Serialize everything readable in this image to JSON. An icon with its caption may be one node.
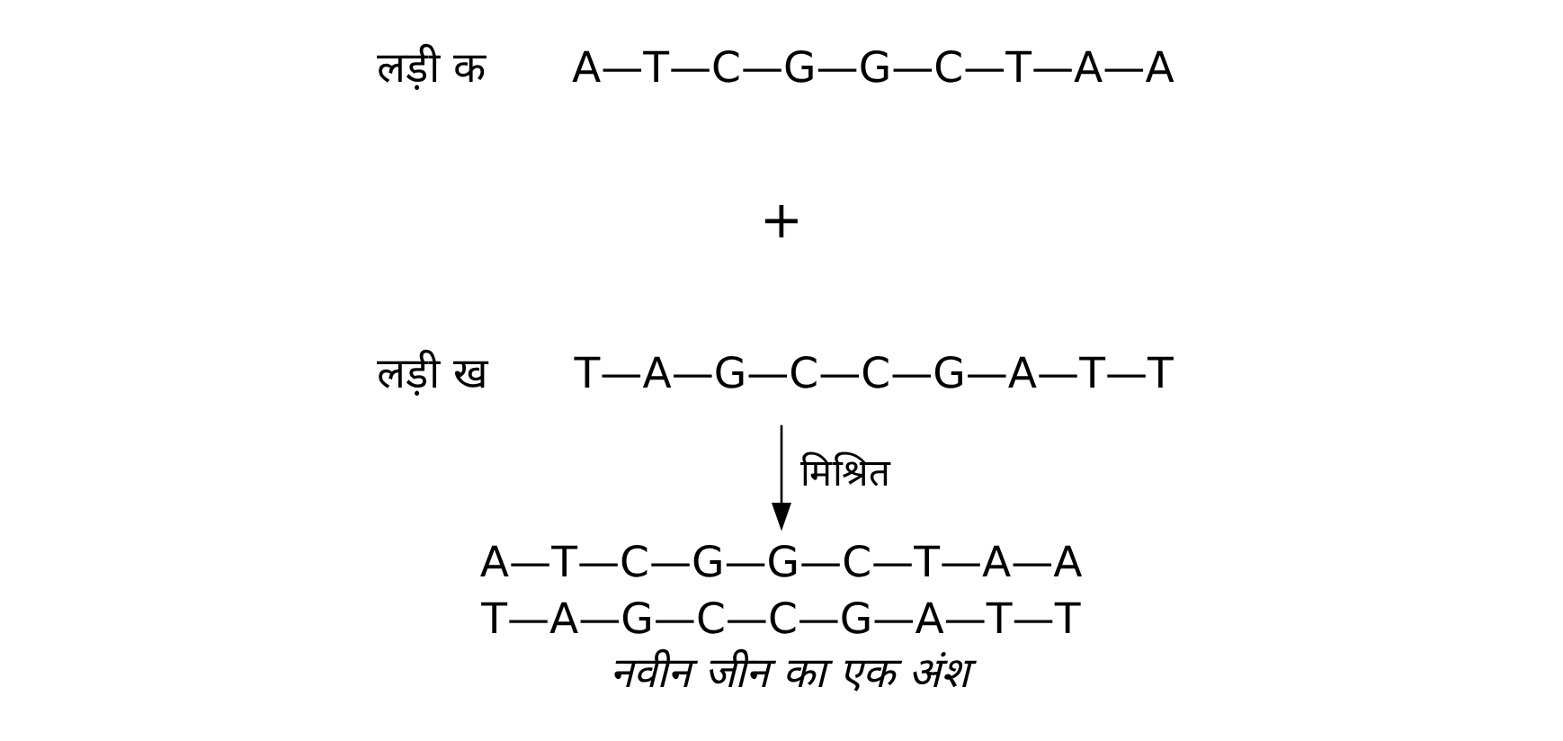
{
  "diagram": {
    "nodes": [
      {
        "text": [
          "A—T—C—G—G—C—T—A—A"
        ],
        "beside": [
          "लड़ी क"
        ]
      },
      {
        "text": [
          "T—A—G—C—C—G—A—T—T"
        ],
        "beside": [
          "लड़ी ख"
        ]
      },
      {
        "text": [
          "A—T—C—G—G—C—T—A—A",
          "T—A—G—C—C—G—A—T—T"
        ],
        "beside": [
          "नवीन जीन का एक अंश"
        ]
      }
    ],
    "edges": [
      {
        "from": 1,
        "to": 2,
        "arrow": "to",
        "label": "मिश्रित"
      }
    ],
    "labels": [
      "+"
    ]
  }
}
